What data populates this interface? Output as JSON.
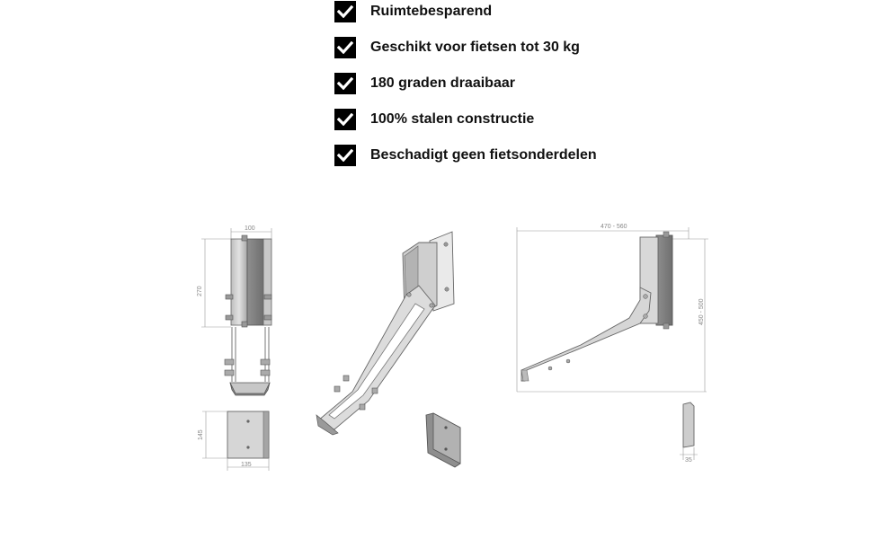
{
  "features": [
    {
      "label": "Ruimtebesparend",
      "icon": "check-icon"
    },
    {
      "label": "Geschikt voor fietsen tot 30 kg",
      "icon": "check-icon"
    },
    {
      "label": "180 graden draaibaar",
      "icon": "check-icon"
    },
    {
      "label": "100% stalen constructie",
      "icon": "check-icon"
    },
    {
      "label": "Beschadigt geen fietsonderdelen",
      "icon": "check-icon"
    }
  ],
  "dimensions": {
    "front_width": "100",
    "front_height": "270",
    "plate_height": "145",
    "plate_width": "135",
    "side_length": "470 - 560",
    "side_height": "450 - 500",
    "depth": "35"
  },
  "colors": {
    "check_bg": "#000000",
    "steel_light": "#d4d4d4",
    "steel_mid": "#a8a8a8",
    "steel_dark": "#7a7a7a",
    "outline": "#555555"
  }
}
